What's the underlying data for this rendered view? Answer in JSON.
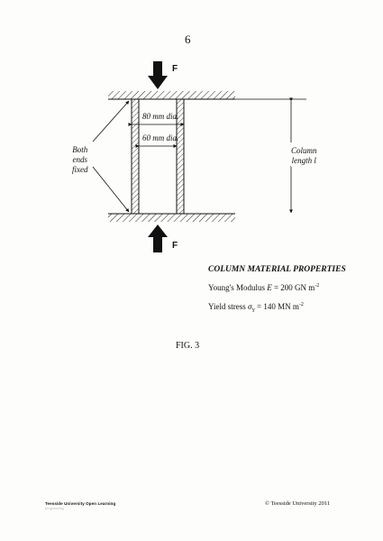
{
  "page": {
    "page_number": "6",
    "fig_label": "FIG. 3"
  },
  "diagram": {
    "force_top": "F",
    "force_bottom": "F",
    "outer_dia": "80 mm dia.",
    "inner_dia": "60 mm dia.",
    "both_ends_fixed": [
      "Both",
      "ends",
      "fixed"
    ],
    "column_length": [
      "Column",
      "length l"
    ]
  },
  "properties": {
    "heading": "COLUMN MATERIAL PROPERTIES",
    "youngs_label": "Young's Modulus",
    "youngs_symbol": "E",
    "youngs_value": "= 200 GN m",
    "youngs_exp": "-2",
    "yield_label": "Yield stress",
    "yield_symbol": "σ",
    "yield_sub": "Y",
    "yield_value": "= 140 MN m",
    "yield_exp": "-2"
  },
  "footer": {
    "left": "Teesside University Open Learning",
    "left_sub": "(Engineering)",
    "right": "© Teesside University 2011"
  }
}
